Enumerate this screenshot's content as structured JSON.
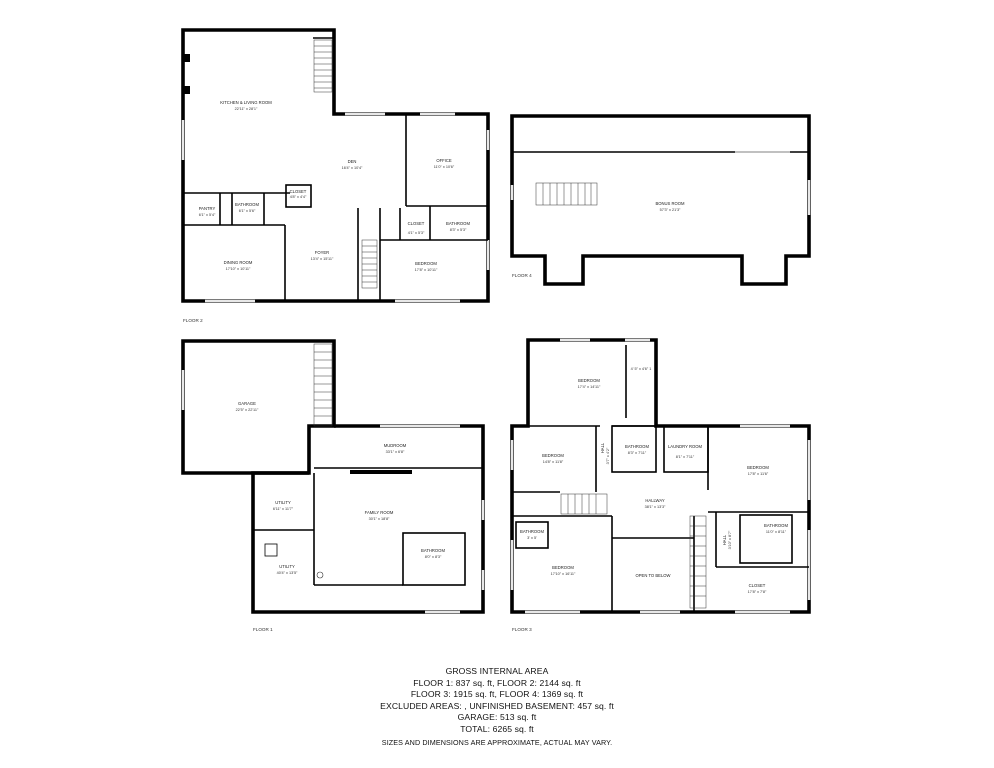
{
  "floors": {
    "floor2": {
      "label": "FLOOR 2",
      "rooms": [
        {
          "key": "kitchen",
          "name": "KITCHEN & LIVING ROOM",
          "dim": "22'11\" x 28'1\""
        },
        {
          "key": "den",
          "name": "DEN",
          "dim": "16'4\" x 10'4\""
        },
        {
          "key": "office",
          "name": "OFFICE",
          "dim": "11'0\" x 10'6\""
        },
        {
          "key": "closet1",
          "name": "CLOSET",
          "dim": "4'8\" x 4'4\""
        },
        {
          "key": "pantry",
          "name": "PANTRY",
          "dim": "6'1\" x 5'4\""
        },
        {
          "key": "bath1",
          "name": "BATHROOM",
          "dim": "6'1\" x 5'6\""
        },
        {
          "key": "closet2",
          "name": "CLOSET",
          "dim": "4'1\" x 5'3\""
        },
        {
          "key": "bath2",
          "name": "BATHROOM",
          "dim": "8'3\" x 5'3\""
        },
        {
          "key": "dining",
          "name": "DINING ROOM",
          "dim": "17'10\" x 10'11\""
        },
        {
          "key": "foyer",
          "name": "FOYER",
          "dim": "13'4\" x 15'11\""
        },
        {
          "key": "bedroom",
          "name": "BEDROOM",
          "dim": "17'8\" x 10'11\""
        }
      ]
    },
    "floor4": {
      "label": "FLOOR 4",
      "rooms": [
        {
          "key": "bonus",
          "name": "BONUS ROOM",
          "dim": "57'3\" x 21'3\""
        }
      ]
    },
    "floor1": {
      "label": "FLOOR 1",
      "rooms": [
        {
          "key": "garage",
          "name": "GARAGE",
          "dim": "22'5\" x 22'11\""
        },
        {
          "key": "mudroom",
          "name": "MUDROOM",
          "dim": "33'1\" x 6'8\""
        },
        {
          "key": "utility1",
          "name": "UTILITY",
          "dim": "6'11\" x 11'7\""
        },
        {
          "key": "family",
          "name": "FAMILY ROOM",
          "dim": "30'1\" x 18'8\""
        },
        {
          "key": "utility2",
          "name": "UTILITY",
          "dim": "40'4\" x 13'5\""
        },
        {
          "key": "bath",
          "name": "BATHROOM",
          "dim": "8'0\" x 8'3\""
        }
      ]
    },
    "floor3": {
      "label": "FLOOR 3",
      "rooms": [
        {
          "key": "bed_top",
          "name": "BEDROOM",
          "dim": "17'4\" x 14'11\""
        },
        {
          "key": "bed_left",
          "name": "BEDROOM",
          "dim": "14'8\" x 11'8\""
        },
        {
          "key": "hall1",
          "name": "HALL",
          "dim": "3'7\" x 4'2\""
        },
        {
          "key": "bath1",
          "name": "BATHROOM",
          "dim": "8'3\" x 7'11\""
        },
        {
          "key": "laundry",
          "name": "LAUNDRY ROOM",
          "dim": "8'1\" x 7'11\""
        },
        {
          "key": "bed_right",
          "name": "BEDROOM",
          "dim": "17'8\" x 11'6\""
        },
        {
          "key": "hallway",
          "name": "HALLWAY",
          "dim": "38'1\" x 13'3\""
        },
        {
          "key": "bath_small",
          "name": "BATHROOM",
          "dim": "3' x 5'"
        },
        {
          "key": "bath2",
          "name": "BATHROOM",
          "dim": "11'0\" x 8'11\""
        },
        {
          "key": "hall2",
          "name": "HALL",
          "dim": "3'10\" x 8'7\""
        },
        {
          "key": "bed_bottom",
          "name": "BEDROOM",
          "dim": "17'10\" x 16'11\""
        },
        {
          "key": "open",
          "name": "OPEN TO BELOW",
          "dim": ""
        },
        {
          "key": "closet",
          "name": "CLOSET",
          "dim": "17'8\" x 7'8\""
        },
        {
          "key": "closet_note",
          "name": "4' 5\" x 4'6\" 1",
          "dim": ""
        }
      ]
    }
  },
  "summary": {
    "title": "GROSS INTERNAL AREA",
    "line1": "FLOOR 1: 837 sq. ft, FLOOR 2: 2144 sq. ft",
    "line2": "FLOOR 3: 1915 sq. ft, FLOOR 4: 1369 sq. ft",
    "line3": "EXCLUDED AREAS: , UNFINISHED BASEMENT: 457 sq. ft",
    "line4": "GARAGE: 513 sq. ft",
    "line5": "TOTAL: 6265 sq. ft",
    "note": "SIZES AND DIMENSIONS ARE APPROXIMATE, ACTUAL MAY VARY."
  }
}
